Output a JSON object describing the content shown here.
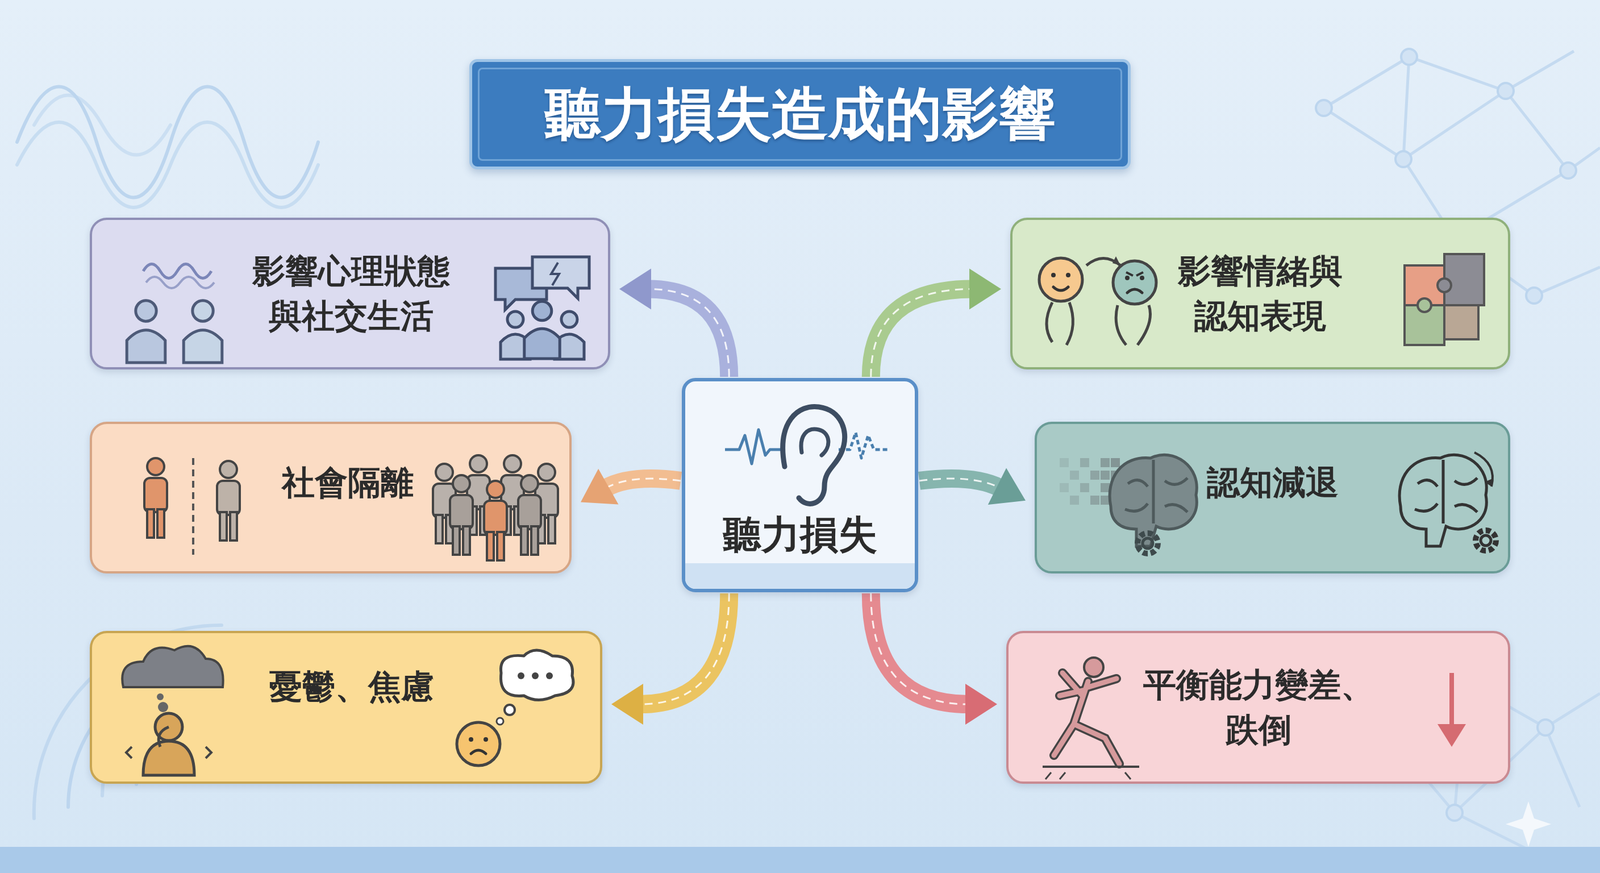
{
  "diagram": {
    "title": "聽力損失造成的影響",
    "nodes": [
      {
        "text": [
          "影響心理狀態與社交生活"
        ]
      },
      {
        "text": [
          "影響情緒與認知表現"
        ]
      },
      {
        "text": [
          "社會隔離"
        ]
      },
      {
        "text": [
          "聽力損失"
        ]
      },
      {
        "text": [
          "認知減退"
        ]
      },
      {
        "text": [
          "憂鬱、焦慮"
        ]
      },
      {
        "text": [
          "平衡能力變差、跌倒"
        ]
      }
    ],
    "edges": [
      {
        "from": 3,
        "to": 0,
        "arrow": "to"
      },
      {
        "from": 3,
        "to": 1,
        "arrow": "to"
      },
      {
        "from": 3,
        "to": 2,
        "arrow": "to"
      },
      {
        "from": 3,
        "to": 4,
        "arrow": "to"
      },
      {
        "from": 3,
        "to": 5,
        "arrow": "to"
      },
      {
        "from": 3,
        "to": 6,
        "arrow": "to"
      }
    ]
  }
}
